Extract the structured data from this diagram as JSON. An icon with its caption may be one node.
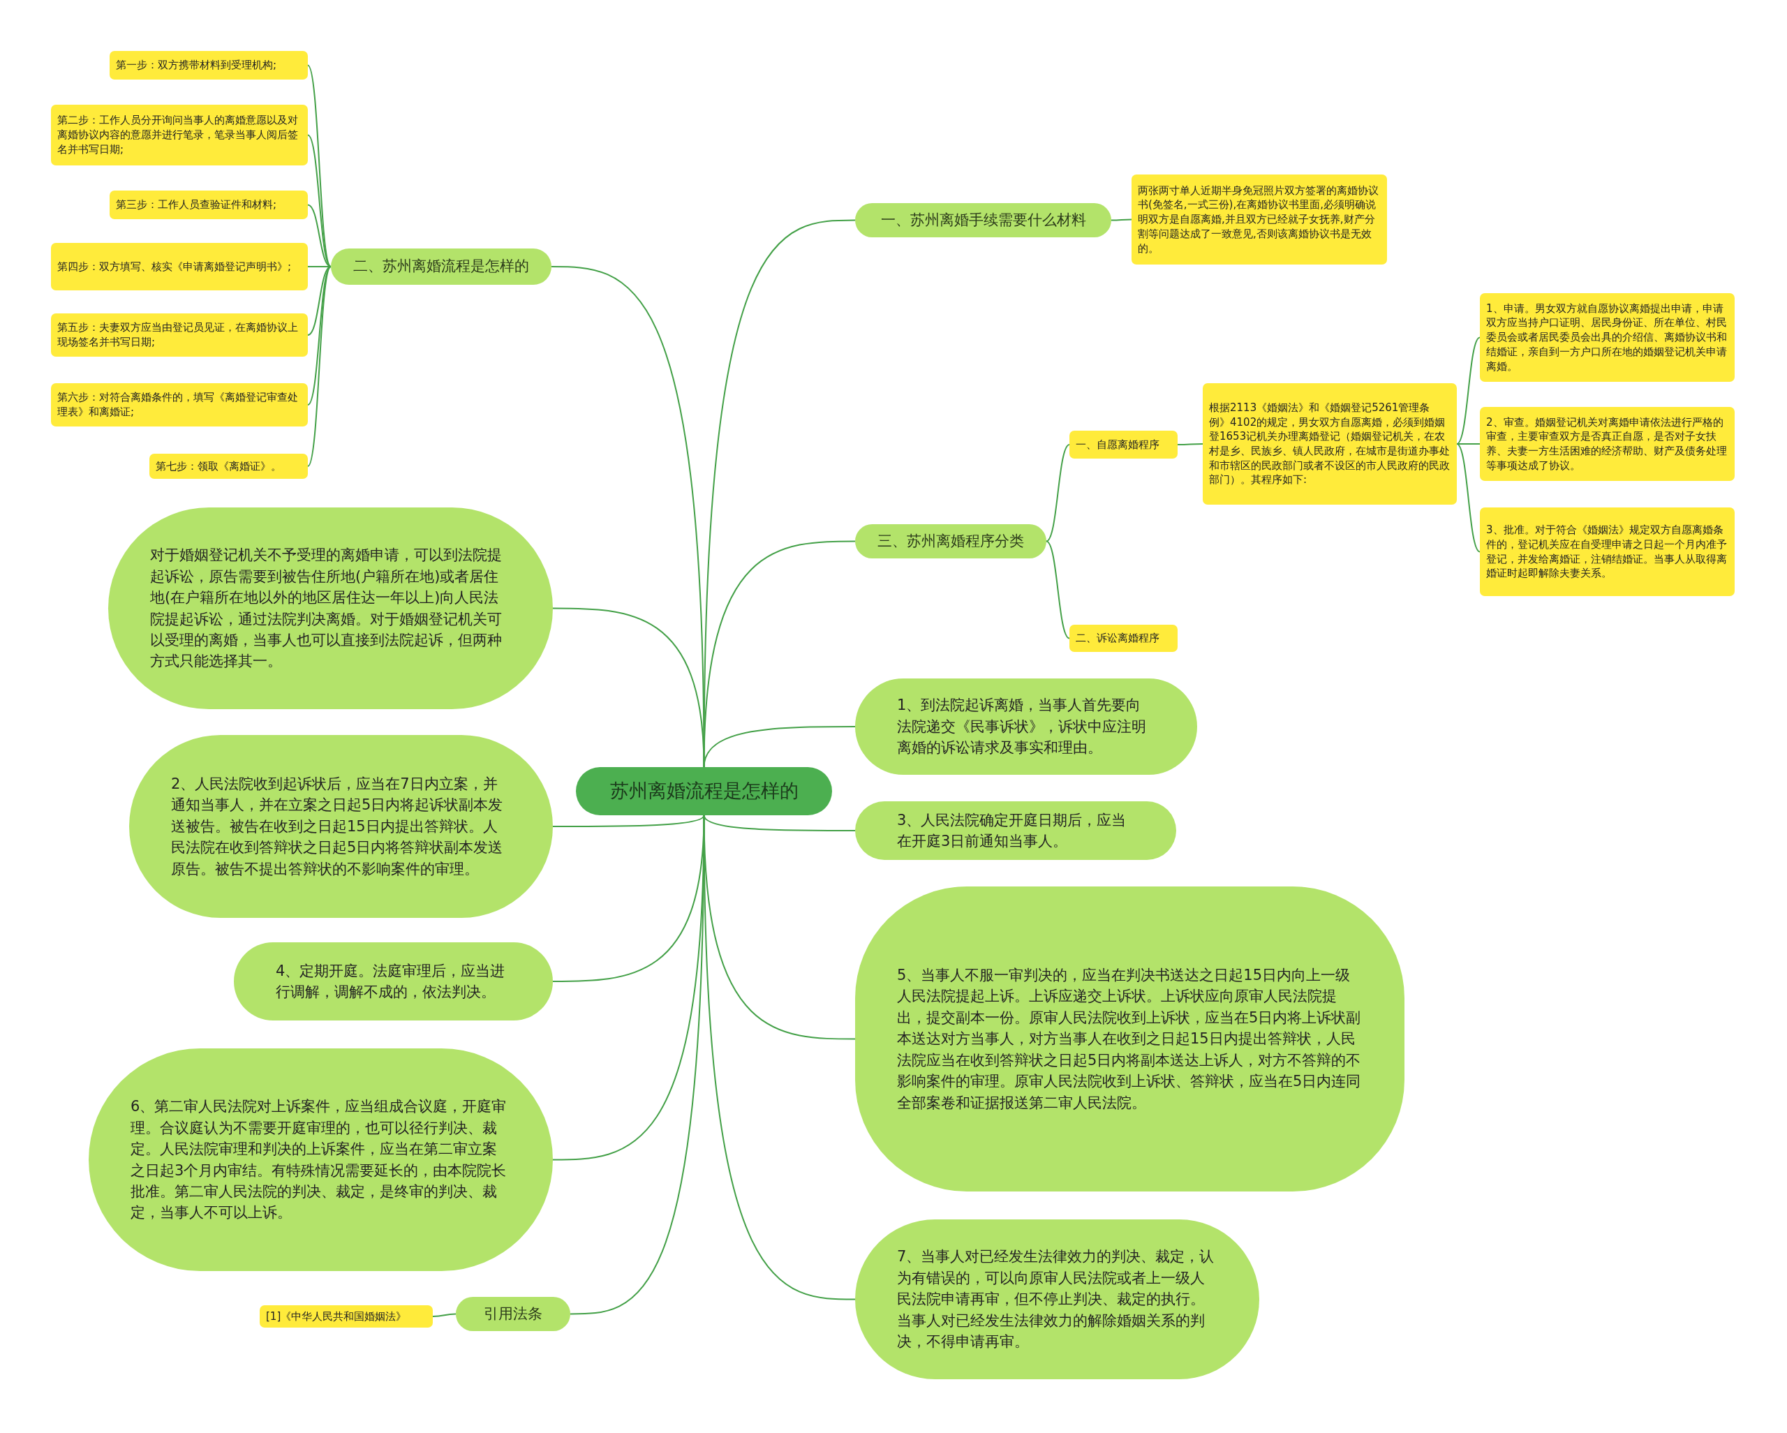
{
  "diagram": {
    "nodes": [
      {
        "text": [
          "苏州离婚流程是怎样的"
        ]
      },
      {
        "text": [
          "一、苏州离婚手续需要什么材料"
        ]
      },
      {
        "text": [
          "两张两寸单人近期半身免冠照片双方签署的离婚协议书(免签名,一式三份),在离婚协议书里面,必须明确说明双方是自愿离婚,并且双方已经就子女抚养,财产分割等问题达成了一致意见,否则该离婚协议书是无效的。"
        ]
      },
      {
        "text": [
          "二、苏州离婚流程是怎样的"
        ]
      },
      {
        "text": [
          "第一步：双方携带材料到受理机构;"
        ]
      },
      {
        "text": [
          "第二步：工作人员分开询问当事人的离婚意愿以及对离婚协议内容的意愿并进行笔录，笔录当事人阅后签名并书写日期;"
        ]
      },
      {
        "text": [
          "第三步：工作人员查验证件和材料;"
        ]
      },
      {
        "text": [
          "第四步：双方填写、核实《申请离婚登记声明书》;"
        ]
      },
      {
        "text": [
          "第五步：夫妻双方应当由登记员见证，在离婚协议上现场签名并书写日期;"
        ]
      },
      {
        "text": [
          "第六步：对符合离婚条件的，填写《离婚登记审查处理表》和离婚证;"
        ]
      },
      {
        "text": [
          "第七步：领取《离婚证》。"
        ]
      },
      {
        "text": [
          "三、苏州离婚程序分类"
        ]
      },
      {
        "text": [
          "一、自愿离婚程序"
        ]
      },
      {
        "text": [
          "根据2113《婚姻法》和《婚姻登记5261管理条例》4102的规定，男女双方自愿离婚，必须到婚姻登1653记机关办理离婚登记（婚姻登记机关，在农村是乡、民族乡、镇人民政府，在城市是街道办事处和市辖区的民政部门或者不设区的市人民政府的民政部门）。其程序如下:"
        ]
      },
      {
        "text": [
          "1、申请。男女双方就自愿协议离婚提出申请，申请双方应当持户口证明、居民身份证、所在单位、村民委员会或者居民委员会出具的介绍信、离婚协议书和结婚证，亲自到一方户口所在地的婚姻登记机关申请离婚。"
        ]
      },
      {
        "text": [
          "2、审查。婚姻登记机关对离婚申请依法进行严格的审查，主要审查双方是否真正自愿，是否对子女扶养、夫妻一方生活困难的经济帮助、财产及债务处理等事项达成了协议。"
        ]
      },
      {
        "text": [
          "3、批准。对于符合《婚姻法》规定双方自愿离婚条件的，登记机关应在自受理申请之日起一个月内准予登记，并发给离婚证，注销结婚证。当事人从取得离婚证时起即解除夫妻关系。"
        ]
      },
      {
        "text": [
          "二、诉讼离婚程序"
        ]
      },
      {
        "text": [
          "1、到法院起诉离婚，当事人首先要向法院递交《民事诉状》，诉状中应注明离婚的诉讼请求及事实和理由。"
        ]
      },
      {
        "text": [
          "3、人民法院确定开庭日期后，应当在开庭3日前通知当事人。"
        ]
      },
      {
        "text": [
          "5、当事人不服一审判决的，应当在判决书送达之日起15日内向上一级人民法院提起上诉。上诉应递交上诉状。上诉状应向原审人民法院提出，提交副本一份。原审人民法院收到上诉状，应当在5日内将上诉状副本送达对方当事人，对方当事人在收到之日起15日内提出答辩状，人民法院应当在收到答辩状之日起5日内将副本送达上诉人，对方不答辩的不影响案件的审理。原审人民法院收到上诉状、答辩状，应当在5日内连同全部案卷和证据报送第二审人民法院。"
        ]
      },
      {
        "text": [
          "7、当事人对已经发生法律效力的判决、裁定，认为有错误的，可以向原审人民法院或者上一级人民法院申请再审，但不停止判决、裁定的执行。当事人对已经发生法律效力的解除婚姻关系的判决，不得申请再审。"
        ]
      },
      {
        "text": [
          "对于婚姻登记机关不予受理的离婚申请，可以到法院提起诉讼，原告需要到被告住所地(户籍所在地)或者居住地(在户籍所在地以外的地区居住达一年以上)向人民法院提起诉讼，通过法院判决离婚。对于婚姻登记机关可以受理的离婚，当事人也可以直接到法院起诉，但两种方式只能选择其一。"
        ]
      },
      {
        "text": [
          "2、人民法院收到起诉状后，应当在7日内立案，并通知当事人，并在立案之日起5日内将起诉状副本发送被告。被告在收到之日起15日内提出答辩状。人民法院在收到答辩状之日起5日内将答辩状副本发送原告。被告不提出答辩状的不影响案件的审理。"
        ]
      },
      {
        "text": [
          "4、定期开庭。法庭审理后，应当进行调解，调解不成的，依法判决。"
        ]
      },
      {
        "text": [
          "6、第二审人民法院对上诉案件，应当组成合议庭，开庭审理。合议庭认为不需要开庭审理的，也可以径行判决、裁定。人民法院审理和判决的上诉案件，应当在第二审立案之日起3个月内审结。有特殊情况需要延长的，由本院院长批准。第二审人民法院的判决、裁定，是终审的判决、裁定，当事人不可以上诉。"
        ]
      },
      {
        "text": [
          "引用法条"
        ]
      },
      {
        "text": [
          "[1]《中华人民共和国婚姻法》"
        ]
      }
    ],
    "edges": [
      {
        "from": 0,
        "to": 1,
        "arrow": "none"
      },
      {
        "from": 1,
        "to": 2,
        "arrow": "none"
      },
      {
        "from": 0,
        "to": 3,
        "arrow": "none"
      },
      {
        "from": 3,
        "to": 4,
        "arrow": "none"
      },
      {
        "from": 3,
        "to": 5,
        "arrow": "none"
      },
      {
        "from": 3,
        "to": 6,
        "arrow": "none"
      },
      {
        "from": 3,
        "to": 7,
        "arrow": "none"
      },
      {
        "from": 3,
        "to": 8,
        "arrow": "none"
      },
      {
        "from": 3,
        "to": 9,
        "arrow": "none"
      },
      {
        "from": 3,
        "to": 10,
        "arrow": "none"
      },
      {
        "from": 0,
        "to": 11,
        "arrow": "none"
      },
      {
        "from": 11,
        "to": 12,
        "arrow": "none"
      },
      {
        "from": 12,
        "to": 13,
        "arrow": "none"
      },
      {
        "from": 13,
        "to": 14,
        "arrow": "none"
      },
      {
        "from": 13,
        "to": 15,
        "arrow": "none"
      },
      {
        "from": 13,
        "to": 16,
        "arrow": "none"
      },
      {
        "from": 11,
        "to": 17,
        "arrow": "none"
      },
      {
        "from": 0,
        "to": 18,
        "arrow": "none"
      },
      {
        "from": 0,
        "to": 19,
        "arrow": "none"
      },
      {
        "from": 0,
        "to": 20,
        "arrow": "none"
      },
      {
        "from": 0,
        "to": 21,
        "arrow": "none"
      },
      {
        "from": 0,
        "to": 22,
        "arrow": "none"
      },
      {
        "from": 0,
        "to": 23,
        "arrow": "none"
      },
      {
        "from": 0,
        "to": 24,
        "arrow": "none"
      },
      {
        "from": 0,
        "to": 25,
        "arrow": "none"
      },
      {
        "from": 0,
        "to": 26,
        "arrow": "none"
      },
      {
        "from": 26,
        "to": 27,
        "arrow": "none"
      }
    ]
  }
}
